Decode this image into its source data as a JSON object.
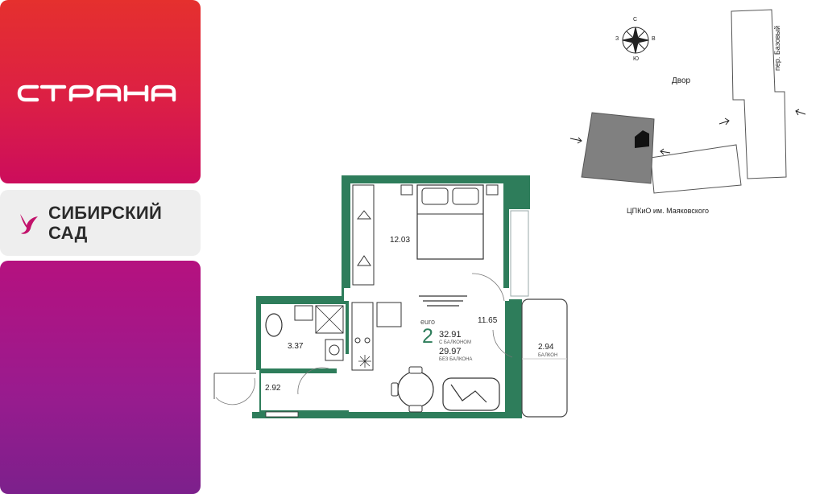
{
  "brand": {
    "logo_text": "страна",
    "project_line1": "СИБИРСКИЙ",
    "project_line2": "САД"
  },
  "plan": {
    "type_label": "euro",
    "rooms_count": "2",
    "area_with_balcony": "32.91",
    "area_with_balcony_caption": "С БАЛКОНОМ",
    "area_without_balcony": "29.97",
    "area_without_balcony_caption": "БЕЗ БАЛКОНА",
    "rooms": {
      "bedroom": "12.03",
      "kitchen_living": "11.65",
      "bathroom": "3.37",
      "hall": "2.92",
      "balcony": "2.94",
      "balcony_caption": "БАЛКОН"
    }
  },
  "site_map": {
    "compass": {
      "n": "С",
      "s": "Ю",
      "w": "З",
      "e": "В"
    },
    "yard": "Двор",
    "street": "пер. Базовый",
    "park": "ЦПКиО им. Маяковского"
  },
  "colors": {
    "wall": "#2e7d5b",
    "room_fill": "#ffffff",
    "neighbor_building": "#808080"
  }
}
